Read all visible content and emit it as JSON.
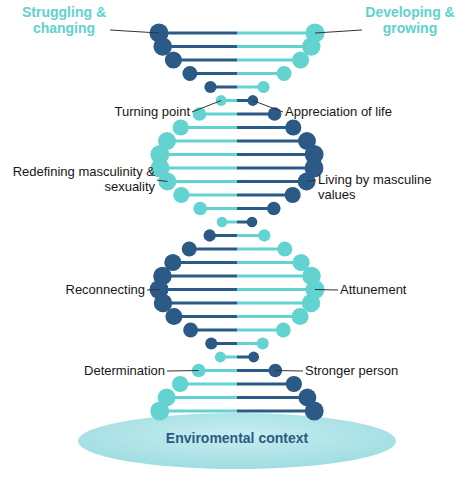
{
  "diagram": {
    "nodes": [
      {
        "text": [
          "Enviromental context"
        ]
      }
    ],
    "labels": [
      "Struggling & changing",
      "Developing & growing",
      "Turning point",
      "Appreciation of life",
      "Redefining masculinity & sexuality",
      "Living by masculine values",
      "Reconnecting",
      "Attunement",
      "Determination",
      "Stronger person"
    ]
  }
}
